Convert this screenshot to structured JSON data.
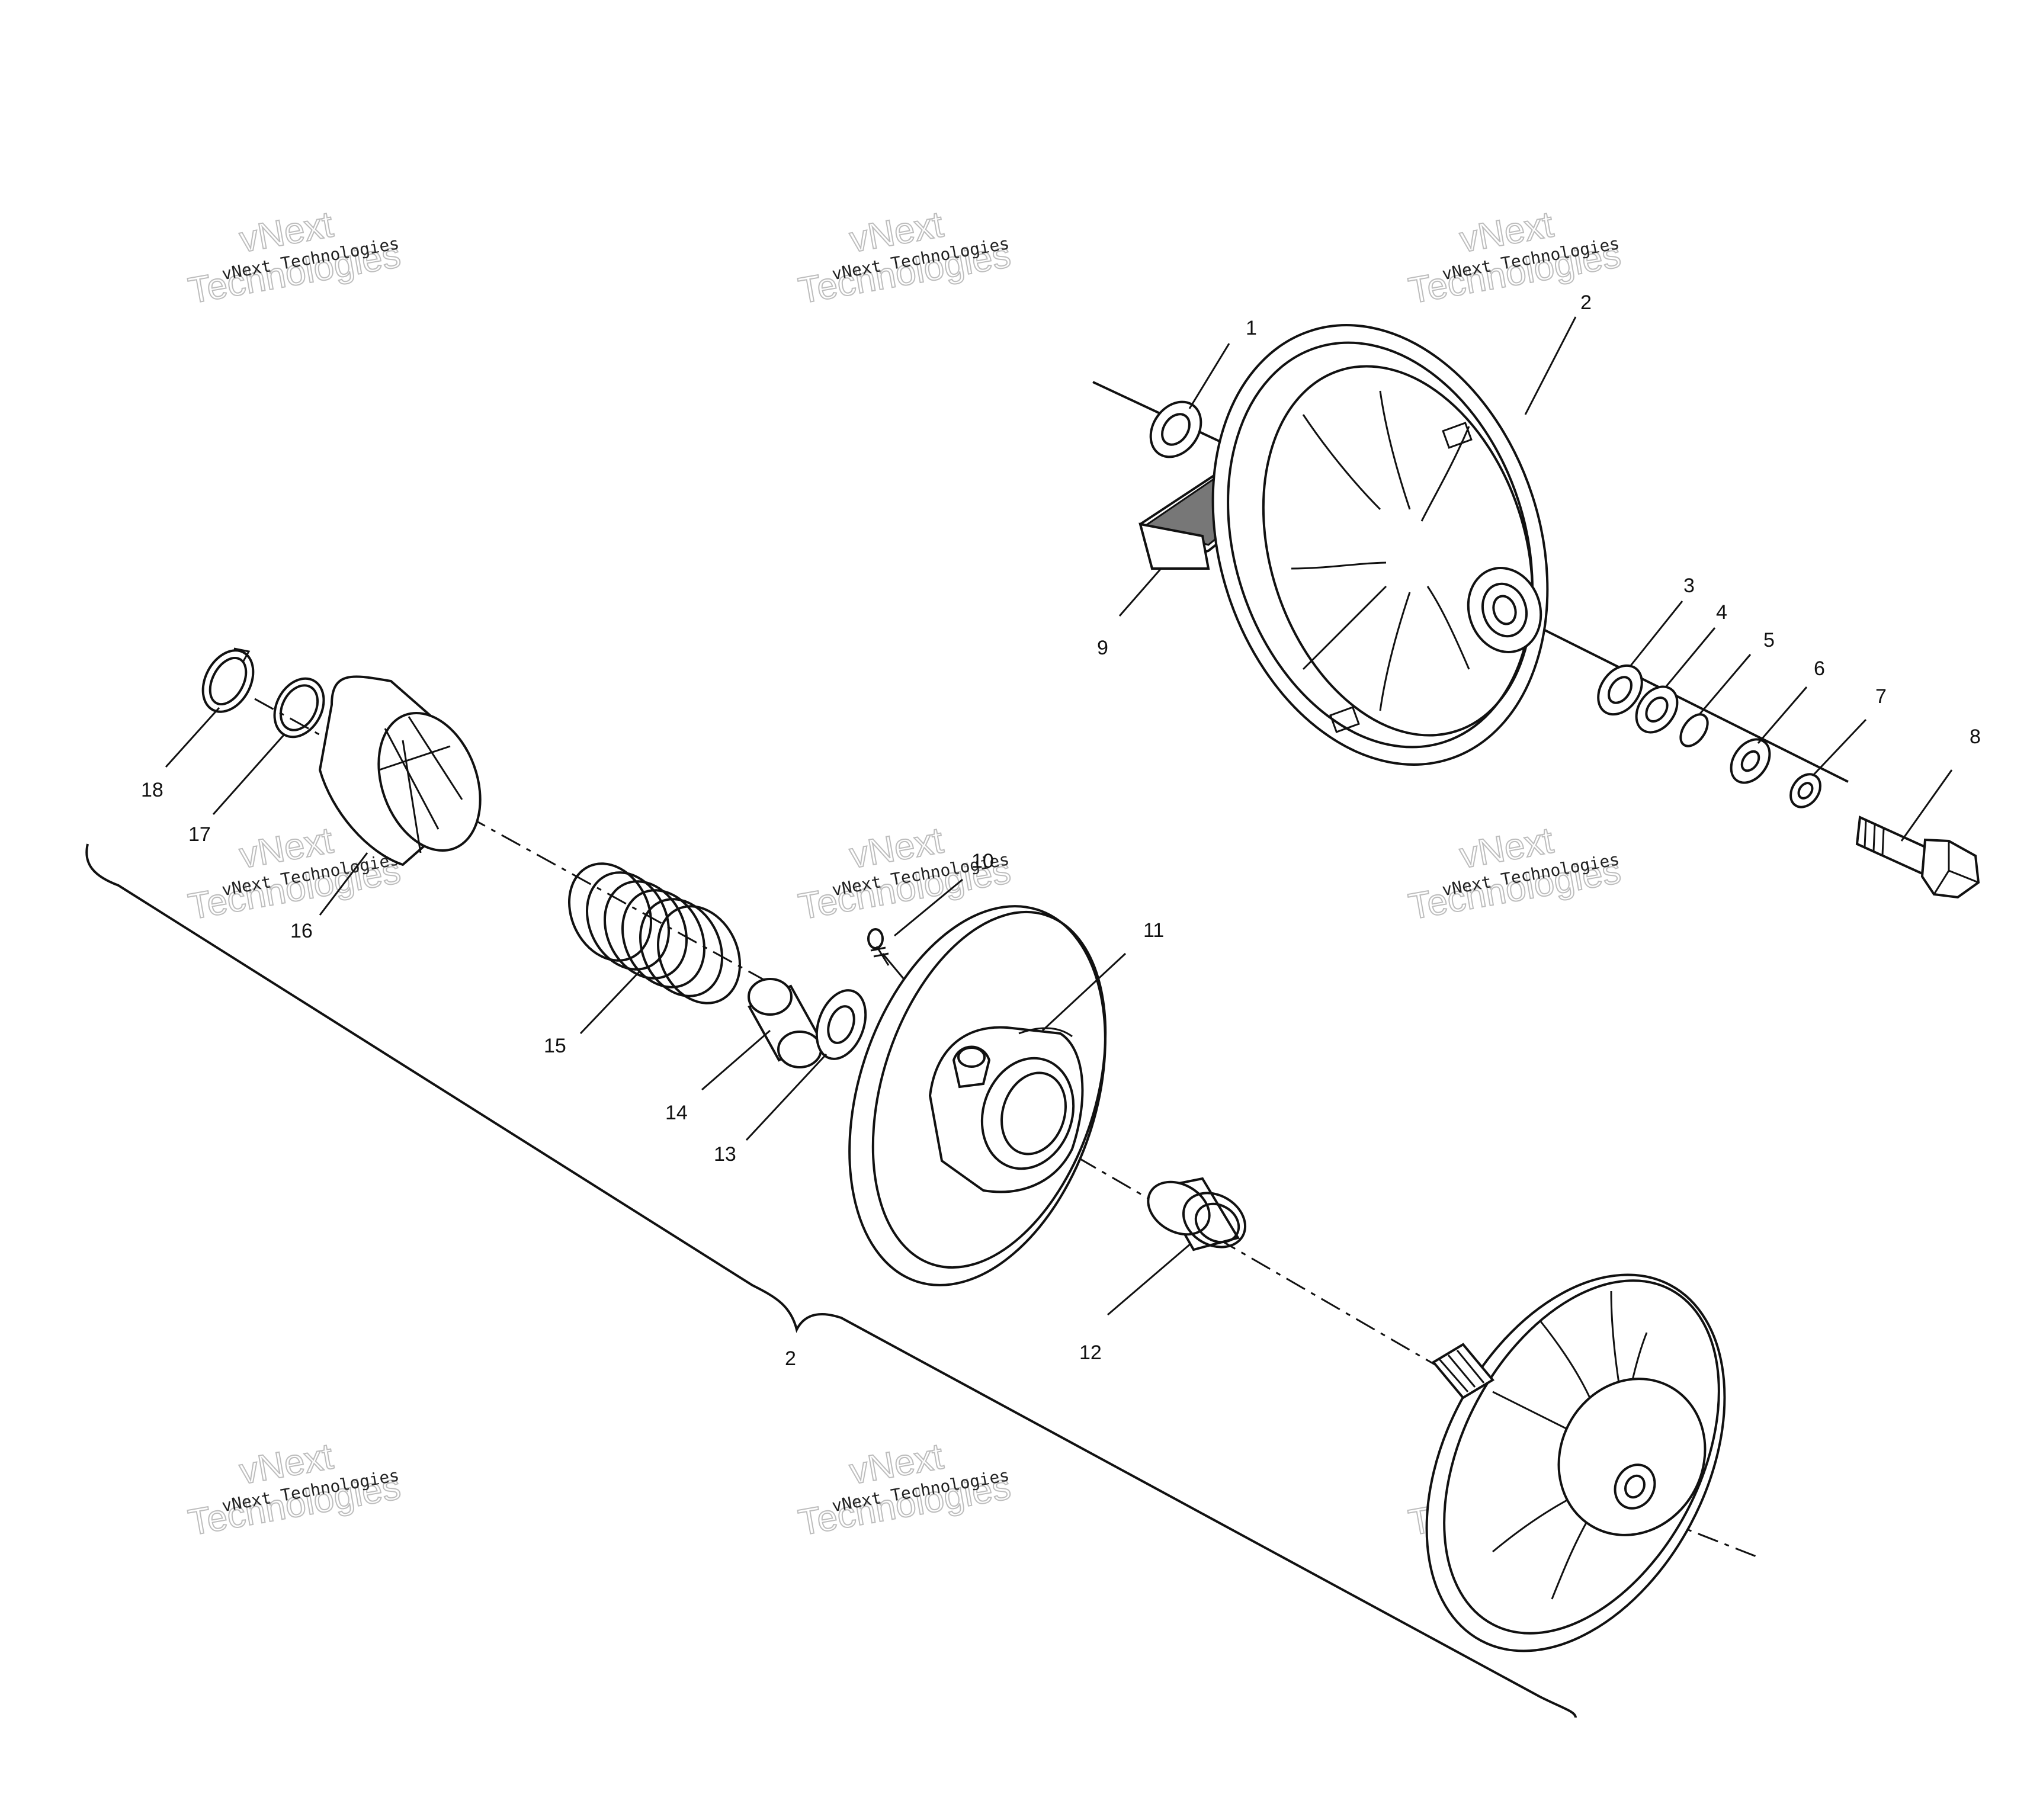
{
  "watermark": {
    "company": "vNext Technologies",
    "word1": "vNext",
    "word2": "Technologies"
  },
  "callouts": [
    "1",
    "2",
    "3",
    "4",
    "5",
    "6",
    "7",
    "8",
    "9",
    "10",
    "11",
    "12",
    "13",
    "14",
    "15",
    "16",
    "17",
    "18",
    "2"
  ],
  "colors": {
    "ink": "#111111",
    "background": "#ffffff",
    "watermark_outline": "#bdbdbd"
  }
}
